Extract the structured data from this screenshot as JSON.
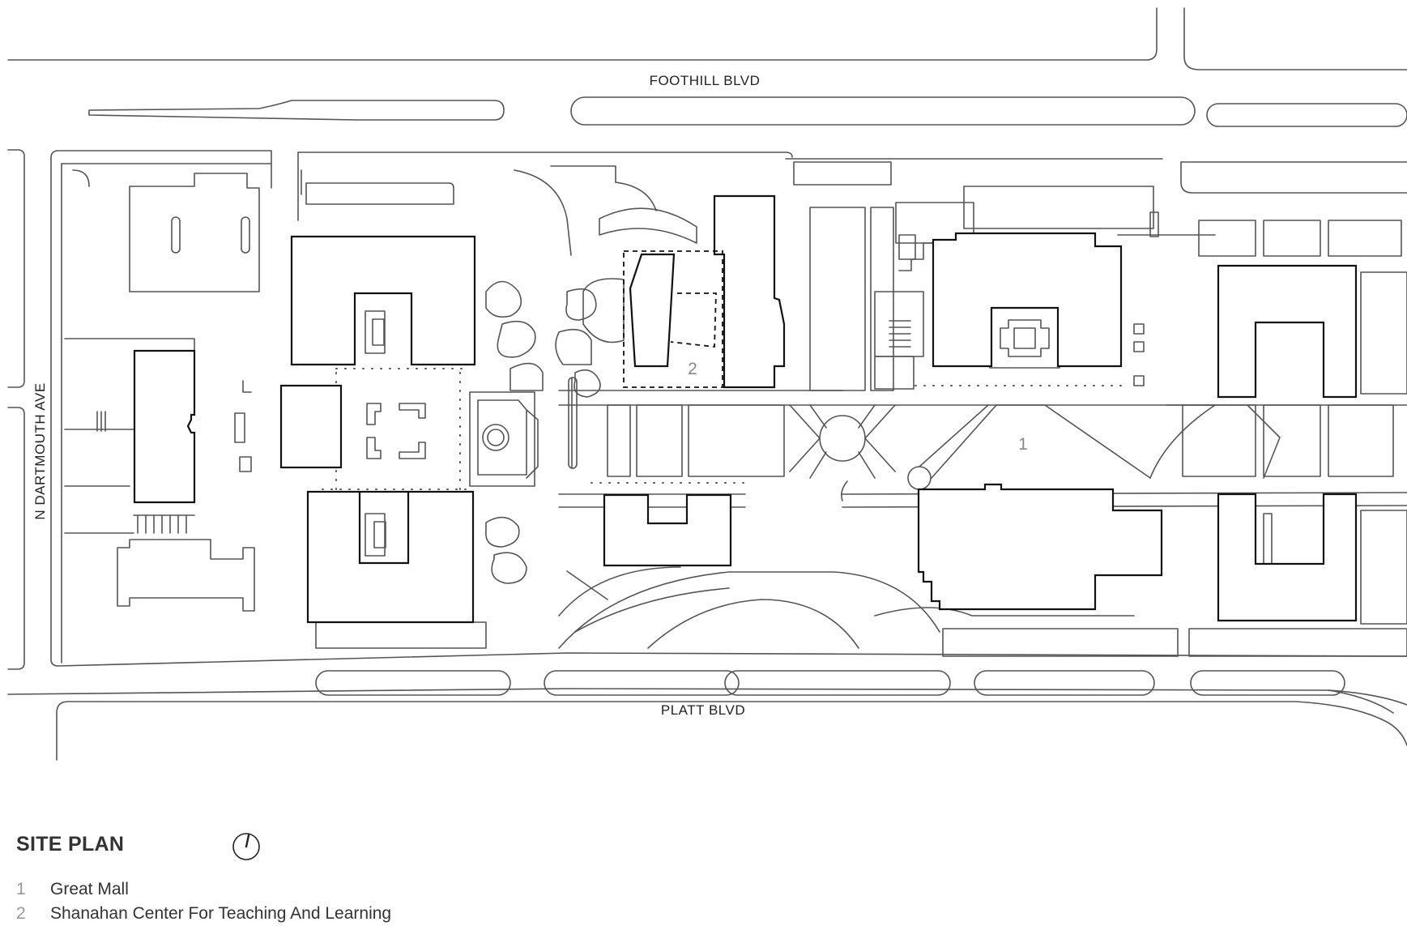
{
  "streets": {
    "north": "FOOTHILL BLVD",
    "south": "PLATT BLVD",
    "west": "N DARTMOUTH AVE"
  },
  "markers": {
    "great_mall": "1",
    "shanahan_center": "2"
  },
  "title": "SITE PLAN",
  "legend": [
    {
      "number": "1",
      "label": "Great Mall"
    },
    {
      "number": "2",
      "label": "Shanahan Center For Teaching And Learning"
    }
  ],
  "icons": {
    "north_arrow": "north-arrow-icon"
  },
  "colors": {
    "line": "#444444",
    "building_outline": "#111111",
    "marker_text": "#888888"
  }
}
